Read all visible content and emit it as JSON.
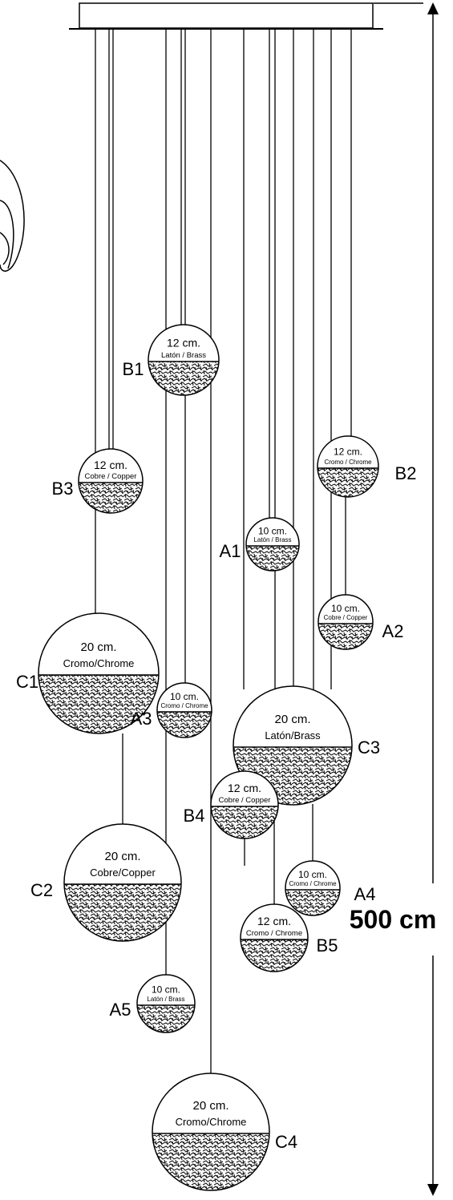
{
  "total_height_label": "500 cm",
  "pendants": [
    {
      "id": "B1",
      "size": "12 cm.",
      "finish": "Latón / Brass"
    },
    {
      "id": "B3",
      "size": "12 cm.",
      "finish": "Cobre / Copper"
    },
    {
      "id": "B2",
      "size": "12 cm.",
      "finish": "Cromo / Chrome"
    },
    {
      "id": "A1",
      "size": "10 cm.",
      "finish": "Latón / Brass"
    },
    {
      "id": "A2",
      "size": "10 cm.",
      "finish": "Cobre / Copper"
    },
    {
      "id": "C1",
      "size": "20 cm.",
      "finish": "Cromo/Chrome"
    },
    {
      "id": "A3",
      "size": "10 cm.",
      "finish": "Cromo / Chrome"
    },
    {
      "id": "C3",
      "size": "20 cm.",
      "finish": "Latón/Brass"
    },
    {
      "id": "B4",
      "size": "12 cm.",
      "finish": "Cobre / Copper"
    },
    {
      "id": "C2",
      "size": "20 cm.",
      "finish": "Cobre/Copper"
    },
    {
      "id": "A4",
      "size": "10 cm.",
      "finish": "Cromo / Chrome"
    },
    {
      "id": "B5",
      "size": "12 cm.",
      "finish": "Cromo / Chrome"
    },
    {
      "id": "A5",
      "size": "10 cm.",
      "finish": "Latón / Brass"
    },
    {
      "id": "C4",
      "size": "20 cm.",
      "finish": "Cromo/Chrome"
    }
  ]
}
